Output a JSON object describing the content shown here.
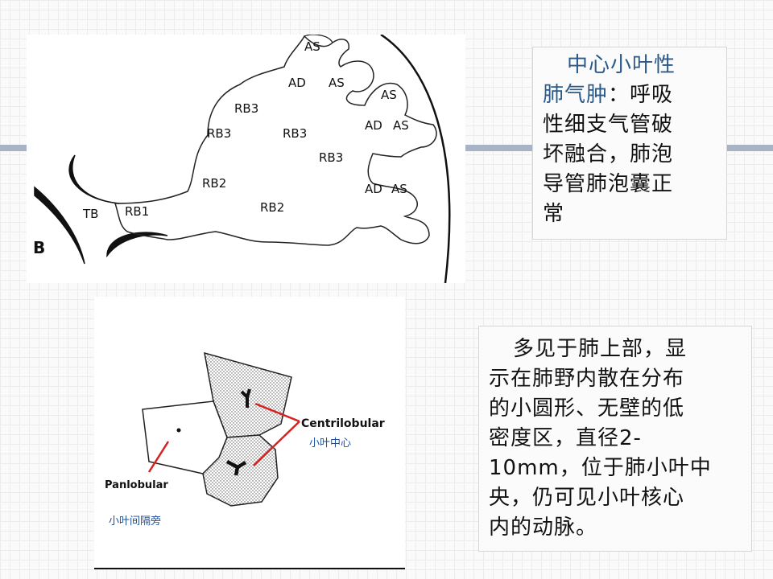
{
  "slide": {
    "top_figure": {
      "labels": {
        "as1": "AS",
        "ad1": "AD",
        "as2": "AS",
        "as3": "AS",
        "rb3_1": "RB3",
        "rb3_2": "RB3",
        "rb3_3": "RB3",
        "rb3_4": "RB3",
        "ad2": "AD",
        "as4": "AS",
        "ad3": "AD",
        "as5": "AS",
        "rb2_1": "RB2",
        "rb2_2": "RB2",
        "tb": "TB",
        "rb1": "RB1",
        "b": "B"
      }
    },
    "top_textbox": {
      "term": "中心小叶性肺气肿",
      "term_line1": "中心小叶性",
      "term_line2": "肺气肿",
      "colon": "：",
      "line2_rest": "呼吸",
      "line3": "性细支气管破",
      "line4": "坏融合，肺泡",
      "line5": "导管肺泡囊正",
      "line6": "常"
    },
    "bottom_figure": {
      "centrilobular_label": "Centrilobular",
      "centrilobular_cn": "小叶中心",
      "panlobular_label": "Panlobular",
      "panlobular_cn": "小叶间隔旁"
    },
    "bottom_textbox": {
      "line1": "多见于肺上部，显",
      "line2": "示在肺野内散在分布",
      "line3": "的小圆形、无壁的低",
      "line4": "密度区，直径2-",
      "line5": "10mm，位于肺小叶中",
      "line6": "央，仍可见小叶核心",
      "line7": "内的动脉。"
    },
    "colors": {
      "accent_term": "#2b5a8a",
      "rule": "#a8b4c6",
      "caption_blue": "#1a4f9c"
    }
  }
}
